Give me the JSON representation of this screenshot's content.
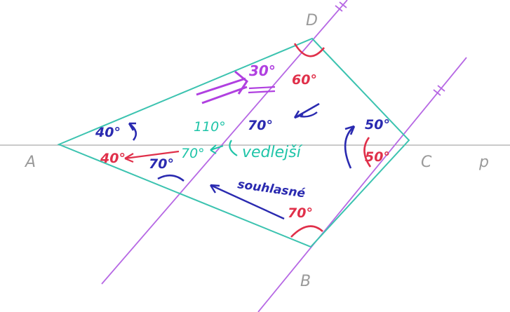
{
  "points": {
    "A": "A",
    "B": "B",
    "C": "C",
    "D": "D",
    "p": "p"
  },
  "angles": {
    "a_blue": "40°",
    "a_red": "40°",
    "d_red": "60°",
    "d_purple": "30°",
    "c_blue": "50°",
    "c_red": "50°",
    "b_red": "70°",
    "center_blue": "70°",
    "left_blue": "70°",
    "left_teal": "70°",
    "supp_teal": "110°"
  },
  "words": {
    "adjacent": "vedlejší",
    "corresponding": "souhlasné"
  },
  "colors": {
    "quadrilateral": "#3cc3b0",
    "parallels": "#b060e0",
    "axis": "#b0b0b0",
    "red": "#e0304a",
    "blue": "#2a2ab0",
    "teal": "#1fc4a8",
    "purple": "#b040e0"
  }
}
